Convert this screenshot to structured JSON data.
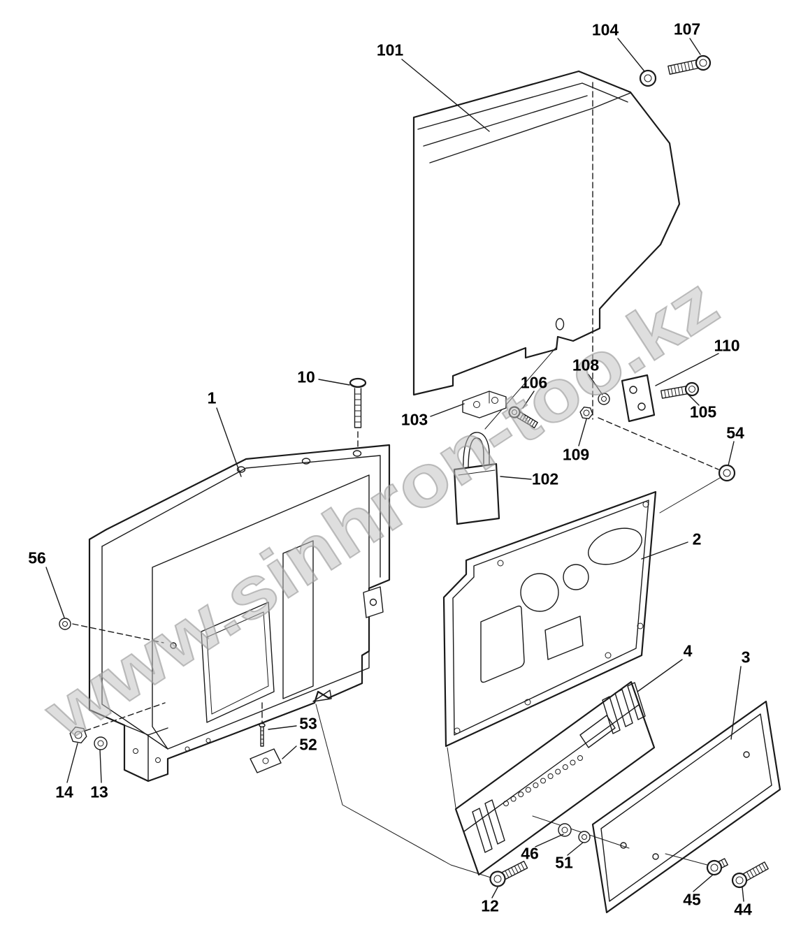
{
  "figure": {
    "background": "#ffffff",
    "line_color": "#1a1a1a",
    "watermark": {
      "text": "www.sinhron-too.kz",
      "color": "#bfbfbf"
    }
  },
  "callouts": {
    "c1": {
      "label": "1",
      "part": "main-enclosure"
    },
    "c2": {
      "label": "2",
      "part": "instrument-panel"
    },
    "c3": {
      "label": "3",
      "part": "cover-plate"
    },
    "c4": {
      "label": "4",
      "part": "mounting-strip"
    },
    "c10": {
      "label": "10",
      "part": "pan-head-screw"
    },
    "c12": {
      "label": "12",
      "part": "cap-screw"
    },
    "c13": {
      "label": "13",
      "part": "washer"
    },
    "c14": {
      "label": "14",
      "part": "nut"
    },
    "c44": {
      "label": "44",
      "part": "cap-screw"
    },
    "c45": {
      "label": "45",
      "part": "cap-screw"
    },
    "c46": {
      "label": "46",
      "part": "spacer"
    },
    "c51": {
      "label": "51",
      "part": "washer"
    },
    "c52": {
      "label": "52",
      "part": "bracket"
    },
    "c53": {
      "label": "53",
      "part": "pin"
    },
    "c54": {
      "label": "54",
      "part": "bushing"
    },
    "c56": {
      "label": "56",
      "part": "washer"
    },
    "c101": {
      "label": "101",
      "part": "top-cover"
    },
    "c102": {
      "label": "102",
      "part": "padlock"
    },
    "c103": {
      "label": "103",
      "part": "latch-clip"
    },
    "c104": {
      "label": "104",
      "part": "spacer"
    },
    "c105": {
      "label": "105",
      "part": "cap-screw"
    },
    "c106": {
      "label": "106",
      "part": "cap-screw"
    },
    "c107": {
      "label": "107",
      "part": "cap-screw"
    },
    "c108": {
      "label": "108",
      "part": "washer"
    },
    "c109": {
      "label": "109",
      "part": "nut"
    },
    "c110": {
      "label": "110",
      "part": "hinge-plate"
    }
  }
}
